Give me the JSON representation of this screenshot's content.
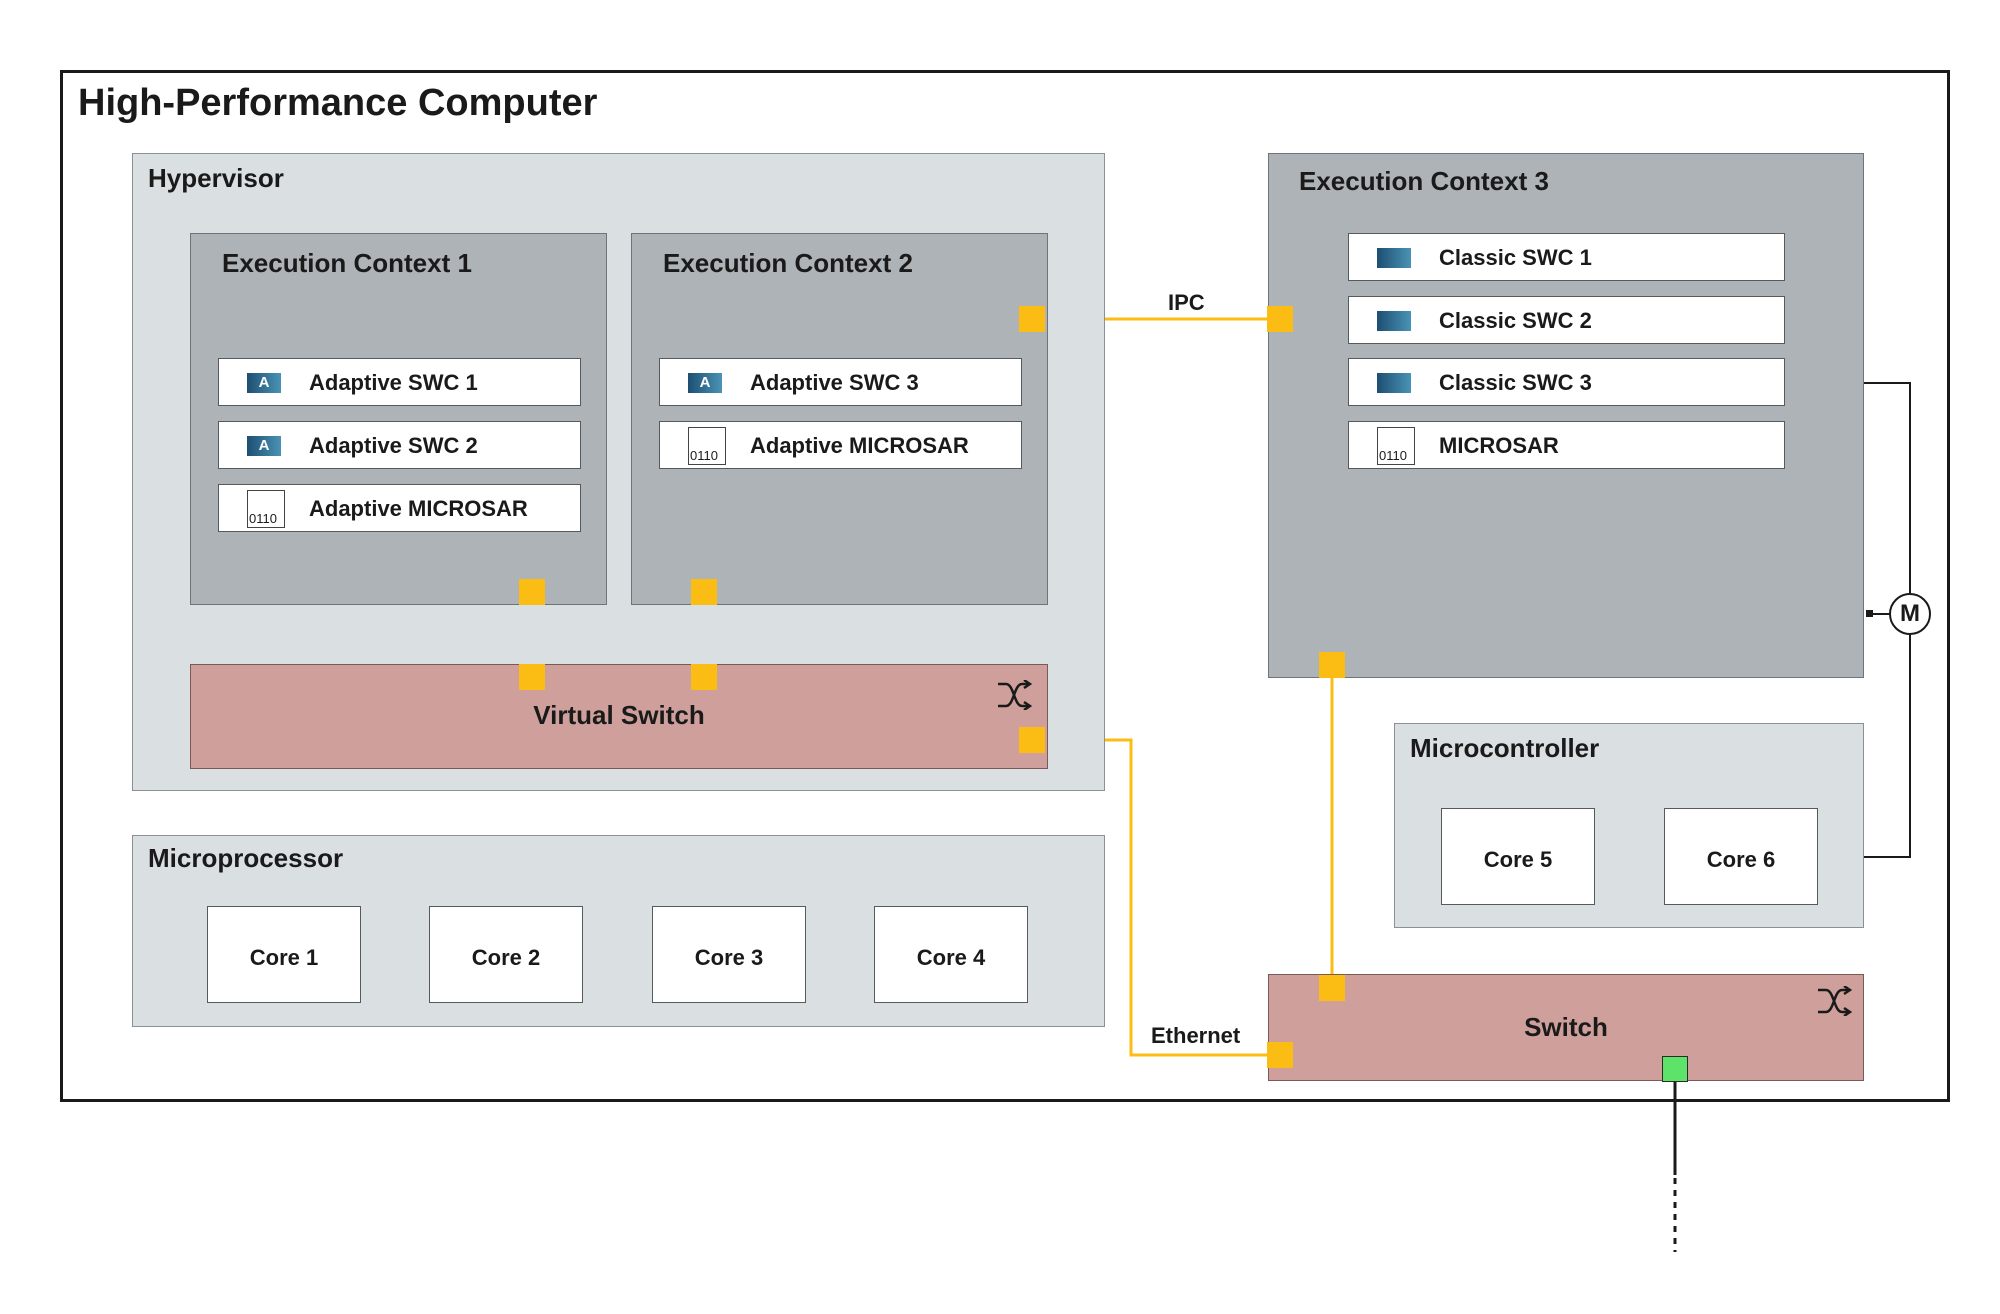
{
  "hpc": {
    "title": "High-Performance Computer"
  },
  "hypervisor": {
    "title": "Hypervisor"
  },
  "ec1": {
    "title": "Execution Context 1",
    "items": [
      {
        "icon": "A",
        "label": "Adaptive SWC 1"
      },
      {
        "icon": "A",
        "label": "Adaptive SWC 2"
      },
      {
        "icon": "0110",
        "label": "Adaptive MICROSAR"
      }
    ]
  },
  "ec2": {
    "title": "Execution Context 2",
    "items": [
      {
        "icon": "A",
        "label": "Adaptive SWC 3"
      },
      {
        "icon": "0110",
        "label": "Adaptive MICROSAR"
      }
    ]
  },
  "ec3": {
    "title": "Execution Context 3",
    "items": [
      {
        "label": "Classic SWC 1"
      },
      {
        "label": "Classic SWC 2"
      },
      {
        "label": "Classic SWC 3"
      },
      {
        "icon": "0110",
        "label": "MICROSAR"
      }
    ]
  },
  "virtual_switch": {
    "label": "Virtual Switch"
  },
  "microprocessor": {
    "title": "Microprocessor",
    "cores": [
      "Core 1",
      "Core 2",
      "Core 3",
      "Core 4"
    ]
  },
  "microcontroller": {
    "title": "Microcontroller",
    "cores": [
      "Core 5",
      "Core 6"
    ]
  },
  "switch": {
    "label": "Switch"
  },
  "connections": {
    "ipc": "IPC",
    "ethernet": "Ethernet",
    "monitor": "M"
  },
  "colors": {
    "link": "#fbbc14",
    "external_port": "#5ee36a",
    "switch_fill": "#cfa09b"
  }
}
